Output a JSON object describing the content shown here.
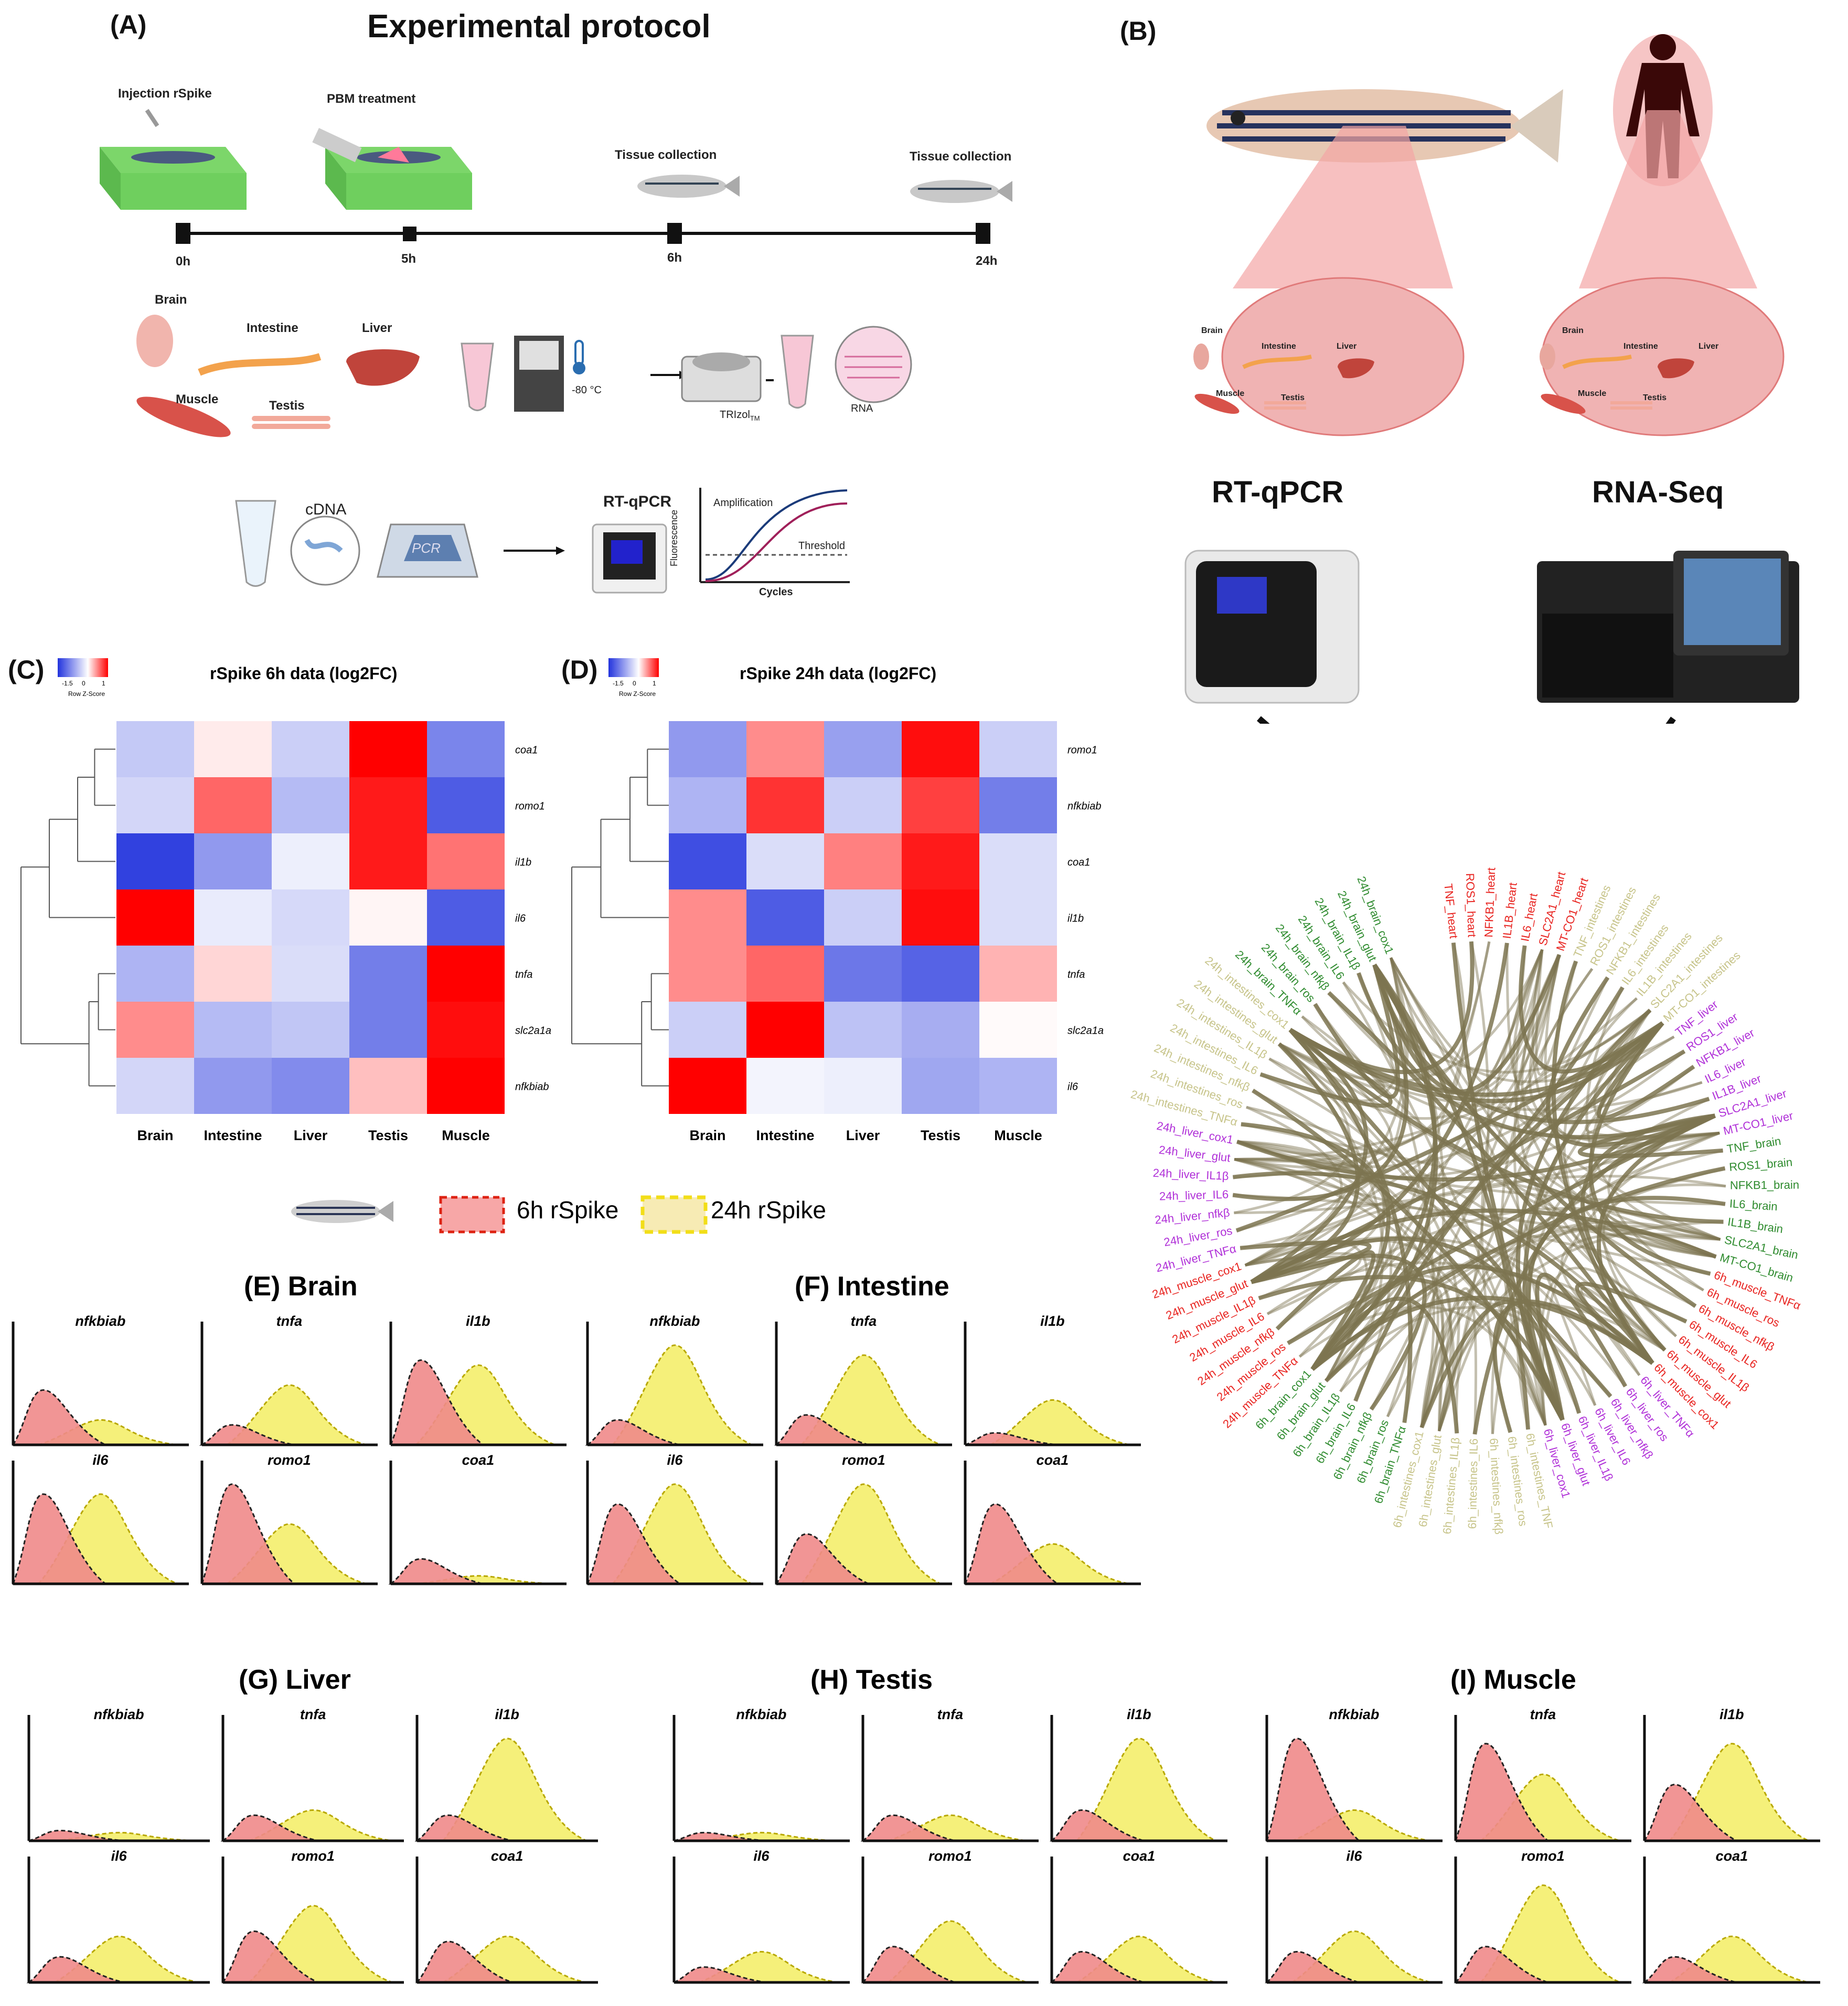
{
  "panels": {
    "A": "(A)",
    "B": "(B)",
    "C": "(C)",
    "D": "(D)",
    "E": "(E) Brain",
    "F": "(F) Intestine",
    "G": "(G) Liver",
    "H": "(H) Testis",
    "I": "(I) Muscle"
  },
  "protocol": {
    "title": "Experimental protocol",
    "steps": [
      "Injection rSpike",
      "PBM treatment",
      "Tissue collection",
      "Tissue collection"
    ],
    "times": [
      "0h",
      "5h",
      "6h",
      "24h"
    ],
    "tissues": [
      "Brain",
      "Intestine",
      "Liver",
      "Muscle",
      "Testis"
    ],
    "temp": "-80 °C",
    "trizol": "TRIzol",
    "trizol_sub": "TM",
    "rna": "RNA",
    "cdna": "cDNA",
    "pcr": "PCR",
    "rtqpcr": "RT-qPCR",
    "plot": {
      "amplification": "Amplification",
      "threshold": "Threshold",
      "ylabel": "Fluorescence",
      "xlabel": "Cycles"
    }
  },
  "panelB": {
    "tissues": [
      "Brain",
      "Intestine",
      "Liver",
      "Muscle",
      "Testis"
    ],
    "method_left": "RT-qPCR",
    "method_right": "RNA-Seq"
  },
  "legend": {
    "ticks": [
      "-1.5",
      "0",
      "1"
    ],
    "caption": "Row Z-Score",
    "six": "6h rSpike",
    "twentyfour": "24h rSpike"
  },
  "colors": {
    "red": "#ff0000",
    "blue": "#2233dd",
    "curve6h": "#f08a8a",
    "curve24h": "#f5f07a",
    "edge": "#7c7450",
    "green": "#2e8b2e",
    "pink_red": "#e8231f",
    "purple": "#b030d8",
    "olive": "#c7c48a"
  },
  "chart_data": [
    {
      "type": "heatmap",
      "title": "rSpike 6h data (log2FC)",
      "columns": [
        "Brain",
        "Intestine",
        "Liver",
        "Testis",
        "Muscle"
      ],
      "rows": [
        "coa1",
        "romo1",
        "il1b",
        "il6",
        "tnfa",
        "slc2a1a",
        "nfkbiab"
      ],
      "zlim": [
        -1.5,
        1
      ],
      "values": [
        [
          -0.4,
          0.08,
          -0.35,
          1,
          -0.9
        ],
        [
          -0.3,
          0.6,
          -0.5,
          0.9,
          -1.2
        ],
        [
          -1.4,
          -0.75,
          -0.12,
          0.9,
          0.55
        ],
        [
          1,
          -0.15,
          -0.28,
          0.04,
          -1.2
        ],
        [
          -0.55,
          0.16,
          -0.25,
          -0.95,
          1
        ],
        [
          0.45,
          -0.5,
          -0.42,
          -0.95,
          0.95
        ],
        [
          -0.3,
          -0.75,
          -0.85,
          0.25,
          1
        ]
      ]
    },
    {
      "type": "heatmap",
      "title": "rSpike 24h data (log2FC)",
      "columns": [
        "Brain",
        "Intestine",
        "Liver",
        "Testis",
        "Muscle"
      ],
      "rows": [
        "romo1",
        "nfkbiab",
        "coa1",
        "il1b",
        "tnfa",
        "slc2a1a",
        "il6"
      ],
      "zlim": [
        -1.5,
        1
      ],
      "values": [
        [
          -0.75,
          0.45,
          -0.7,
          0.95,
          -0.35
        ],
        [
          -0.55,
          0.8,
          -0.35,
          0.75,
          -0.95
        ],
        [
          -1.3,
          -0.25,
          0.5,
          0.9,
          -0.25
        ],
        [
          0.45,
          -1.2,
          -0.35,
          0.95,
          -0.25
        ],
        [
          0.45,
          0.6,
          -1.0,
          -1.15,
          0.3
        ],
        [
          -0.35,
          1,
          -0.45,
          -0.6,
          0.02
        ],
        [
          1,
          -0.08,
          -0.12,
          -0.65,
          -0.55
        ]
      ]
    },
    {
      "type": "area",
      "title": "(E) Brain",
      "genes": [
        "nfkbiab",
        "tnfa",
        "il1b",
        "il6",
        "romo1",
        "coa1"
      ],
      "peak_6h": [
        0.55,
        0.2,
        0.85,
        0.9,
        1,
        0.25
      ],
      "peak_24h": [
        0.25,
        0.6,
        0.8,
        0.9,
        0.6,
        0.08
      ]
    },
    {
      "type": "area",
      "title": "(F) Intestine",
      "genes": [
        "nfkbiab",
        "tnfa",
        "il1b",
        "il6",
        "romo1",
        "coa1"
      ],
      "peak_6h": [
        0.25,
        0.3,
        0.12,
        0.8,
        0.5,
        0.8
      ],
      "peak_24h": [
        1,
        0.9,
        0.45,
        1,
        1,
        0.4
      ]
    },
    {
      "type": "area",
      "title": "(G) Liver",
      "genes": [
        "nfkbiab",
        "tnfa",
        "il1b",
        "il6",
        "romo1",
        "coa1"
      ],
      "peak_6h": [
        0.1,
        0.25,
        0.25,
        0.25,
        0.5,
        0.4
      ],
      "peak_24h": [
        0.08,
        0.3,
        1,
        0.45,
        0.75,
        0.45
      ]
    },
    {
      "type": "area",
      "title": "(H) Testis",
      "genes": [
        "nfkbiab",
        "tnfa",
        "il1b",
        "il6",
        "romo1",
        "coa1"
      ],
      "peak_6h": [
        0.08,
        0.25,
        0.3,
        0.15,
        0.35,
        0.3
      ],
      "peak_24h": [
        0.08,
        0.25,
        1,
        0.3,
        0.6,
        0.45
      ]
    },
    {
      "type": "area",
      "title": "(I) Muscle",
      "genes": [
        "nfkbiab",
        "tnfa",
        "il1b",
        "il6",
        "romo1",
        "coa1"
      ],
      "peak_6h": [
        1,
        0.95,
        0.55,
        0.3,
        0.35,
        0.25
      ],
      "peak_24h": [
        0.3,
        0.65,
        0.95,
        0.5,
        0.95,
        0.45
      ]
    }
  ],
  "network": {
    "labels": [
      {
        "t": "TNF_heart",
        "c": "pink_red"
      },
      {
        "t": "ROS1_heart",
        "c": "pink_red"
      },
      {
        "t": "NFKB1_heart",
        "c": "pink_red"
      },
      {
        "t": "IL1B_heart",
        "c": "pink_red"
      },
      {
        "t": "IL6_heart",
        "c": "pink_red"
      },
      {
        "t": "SLC2A1_heart",
        "c": "pink_red"
      },
      {
        "t": "MT-CO1_heart",
        "c": "pink_red"
      },
      {
        "t": "TNF_intestines",
        "c": "olive"
      },
      {
        "t": "ROS1_intestines",
        "c": "olive"
      },
      {
        "t": "NFKB1_intestines",
        "c": "olive"
      },
      {
        "t": "IL6_intestines",
        "c": "olive"
      },
      {
        "t": "IL1B_intestines",
        "c": "olive"
      },
      {
        "t": "SLC2A1_intestines",
        "c": "olive"
      },
      {
        "t": "MT-CO1_intestines",
        "c": "olive"
      },
      {
        "t": "TNF_liver",
        "c": "purple"
      },
      {
        "t": "ROS1_liver",
        "c": "purple"
      },
      {
        "t": "NFKB1_liver",
        "c": "purple"
      },
      {
        "t": "IL6_liver",
        "c": "purple"
      },
      {
        "t": "IL1B_liver",
        "c": "purple"
      },
      {
        "t": "SLC2A1_liver",
        "c": "purple"
      },
      {
        "t": "MT-CO1_liver",
        "c": "purple"
      },
      {
        "t": "TNF_brain",
        "c": "green"
      },
      {
        "t": "ROS1_brain",
        "c": "green"
      },
      {
        "t": "NFKB1_brain",
        "c": "green"
      },
      {
        "t": "IL6_brain",
        "c": "green"
      },
      {
        "t": "IL1B_brain",
        "c": "green"
      },
      {
        "t": "SLC2A1_brain",
        "c": "green"
      },
      {
        "t": "MT-CO1_brain",
        "c": "green"
      },
      {
        "t": "6h_muscle_TNFα",
        "c": "pink_red"
      },
      {
        "t": "6h_muscle_ros",
        "c": "pink_red"
      },
      {
        "t": "6h_muscle_nfkβ",
        "c": "pink_red"
      },
      {
        "t": "6h_muscle_IL6",
        "c": "pink_red"
      },
      {
        "t": "6h_muscle_IL1β",
        "c": "pink_red"
      },
      {
        "t": "6h_muscle_glut",
        "c": "pink_red"
      },
      {
        "t": "6h_muscle_cox1",
        "c": "pink_red"
      },
      {
        "t": "6h_liver_TNFα",
        "c": "purple"
      },
      {
        "t": "6h_liver_ros",
        "c": "purple"
      },
      {
        "t": "6h_liver_nfkβ",
        "c": "purple"
      },
      {
        "t": "6h_liver_IL6",
        "c": "purple"
      },
      {
        "t": "6h_liver_IL1β",
        "c": "purple"
      },
      {
        "t": "6h_liver_glut",
        "c": "purple"
      },
      {
        "t": "6h_liver_cox1",
        "c": "purple"
      },
      {
        "t": "6h_intestines_TNF",
        "c": "olive"
      },
      {
        "t": "6h_intestines_ros",
        "c": "olive"
      },
      {
        "t": "6h_intestines_nfkβ",
        "c": "olive"
      },
      {
        "t": "6h_intestines_IL6",
        "c": "olive"
      },
      {
        "t": "6h_intestines_IL1β",
        "c": "olive"
      },
      {
        "t": "6h_intestines_glut",
        "c": "olive"
      },
      {
        "t": "6h_intestines_cox1",
        "c": "olive"
      },
      {
        "t": "6h_brain_TNFα",
        "c": "green"
      },
      {
        "t": "6h_brain_ros",
        "c": "green"
      },
      {
        "t": "6h_brain_nfkβ",
        "c": "green"
      },
      {
        "t": "6h_brain_IL6",
        "c": "green"
      },
      {
        "t": "6h_brain_IL1β",
        "c": "green"
      },
      {
        "t": "6h_brain_glut",
        "c": "green"
      },
      {
        "t": "6h_brain_cox1",
        "c": "green"
      },
      {
        "t": "24h_muscle_TNFα",
        "c": "pink_red"
      },
      {
        "t": "24h_muscle_ros",
        "c": "pink_red"
      },
      {
        "t": "24h_muscle_nfkβ",
        "c": "pink_red"
      },
      {
        "t": "24h_muscle_IL6",
        "c": "pink_red"
      },
      {
        "t": "24h_muscle_IL1β",
        "c": "pink_red"
      },
      {
        "t": "24h_muscle_glut",
        "c": "pink_red"
      },
      {
        "t": "24h_muscle_cox1",
        "c": "pink_red"
      },
      {
        "t": "24h_liver_TNFα",
        "c": "purple"
      },
      {
        "t": "24h_liver_ros",
        "c": "purple"
      },
      {
        "t": "24h_liver_nfkβ",
        "c": "purple"
      },
      {
        "t": "24h_liver_IL6",
        "c": "purple"
      },
      {
        "t": "24h_liver_IL1β",
        "c": "purple"
      },
      {
        "t": "24h_liver_glut",
        "c": "purple"
      },
      {
        "t": "24h_liver_cox1",
        "c": "purple"
      },
      {
        "t": "24h_intestines_TNFα",
        "c": "olive"
      },
      {
        "t": "24h_intestines_ros",
        "c": "olive"
      },
      {
        "t": "24h_intestines_nfkβ",
        "c": "olive"
      },
      {
        "t": "24h_intestines_IL6",
        "c": "olive"
      },
      {
        "t": "24h_intestines_IL1β",
        "c": "olive"
      },
      {
        "t": "24h_intestines_glut",
        "c": "olive"
      },
      {
        "t": "24h_intestines_cox1",
        "c": "olive"
      },
      {
        "t": "24h_brain_TNFα",
        "c": "green"
      },
      {
        "t": "24h_brain_ros",
        "c": "green"
      },
      {
        "t": "24h_brain_nfkβ",
        "c": "green"
      },
      {
        "t": "24h_brain_IL6",
        "c": "green"
      },
      {
        "t": "24h_brain_IL1β",
        "c": "green"
      },
      {
        "t": "24h_brain_glut",
        "c": "green"
      },
      {
        "t": "24h_brain_cox1",
        "c": "green"
      }
    ]
  }
}
